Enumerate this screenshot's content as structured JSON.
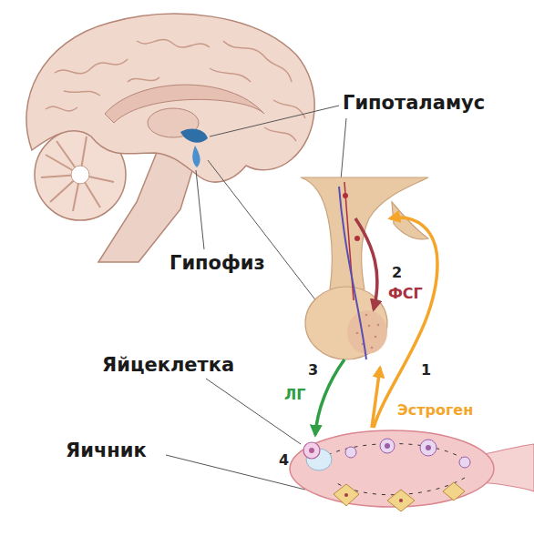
{
  "diagram": {
    "labels": [
      "Гипоталамус",
      "Гипофиз",
      "2",
      "ФСГ",
      "Яйцеклетка",
      "3",
      "ЛГ",
      "1",
      "Эстроген",
      "Яичник",
      "4"
    ]
  }
}
